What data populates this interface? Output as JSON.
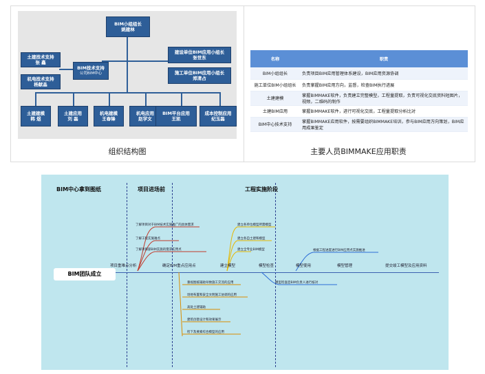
{
  "org": {
    "top_title": "BIM小组组长",
    "top_name": "姚建林",
    "left1_title": "土建技术支持",
    "left1_name": "张 鑫",
    "left2_title": "机电技术支持",
    "left2_name": "杨献晶",
    "center_title": "BIM技术支持",
    "center_sub": "公司BIM中心",
    "right1_title": "建设单位BIM应用小组长",
    "right1_name": "张世东",
    "right2_title": "施工单位BIM应用小组长",
    "right2_name": "郑清占",
    "bottom": [
      {
        "title": "土建建模",
        "name": "韩 煜"
      },
      {
        "title": "土建应用",
        "name": "刘 磊"
      },
      {
        "title": "机电建模",
        "name": "王春锋"
      },
      {
        "title": "机电应用",
        "name": "赵学文"
      },
      {
        "title": "BIM平台应用",
        "name": "王凯"
      },
      {
        "title": "成本控制应用",
        "name": "纪玉磊"
      }
    ],
    "caption": "组织结构图"
  },
  "table": {
    "header_name": "名称",
    "header_duty": "职责",
    "rows": [
      {
        "role": "BIM小组组长",
        "duty": "负责项目BIM应用管理体系建设，BIM应用资源协调"
      },
      {
        "role": "施工单位BIM小组组长",
        "duty": "负责掌握BIM应用方向，监督，检查BIM执行进展"
      },
      {
        "role": "土建建模",
        "duty": "掌握BIMMAKE软件，负责建立完整模型，工程量提取，负责可视化交底资料短图片，视频，二维码的制作"
      },
      {
        "role": "土建BIM应用",
        "duty": "掌握BIMMAKE软件，进行可视化交底，工程量提取分析比对"
      },
      {
        "role": "BIM中心技术支持",
        "duty": "掌握BIMMAKE应用软件，按需要组织BIMMAKE培训，参与BIM应用方向策划，BIM应用成果鉴定"
      }
    ],
    "caption": "主要人员BIMMAKE应用职责"
  },
  "mind": {
    "head1": "BIM中心拿到图纸",
    "head2": "项目进场前",
    "head3": "工程实施阶段",
    "root": "BIM团队成立",
    "nodes": [
      "项目重难点分析",
      "确定BIM重点应用点",
      "建立模型",
      "模型检查",
      "模型使用",
      "模型管理",
      "提交竣工模型及应用资料"
    ],
    "upper_leaves": [
      "了解项目对于BIM技术实施推广的具体需求",
      "了解工程实施难点",
      "了解项目部BIM实施的需求实用点"
    ],
    "model_leaves": [
      "建立各单位模型所需模型",
      "建立各自土建和模型",
      "建立全专业BIM模型"
    ],
    "use_leaf": "根据工程进度进行BIM应用点实施推进",
    "check_leaf": "模型检查后BIM负责人进行核对",
    "lower_leaves": [
      "重视图纸辅助导致施工交流的应用",
      "场地布置和安全文明施工协调的应用",
      "高处土建辅助",
      "建筑创意设计和效果展示",
      "检下及要素综合模型的应用"
    ]
  }
}
